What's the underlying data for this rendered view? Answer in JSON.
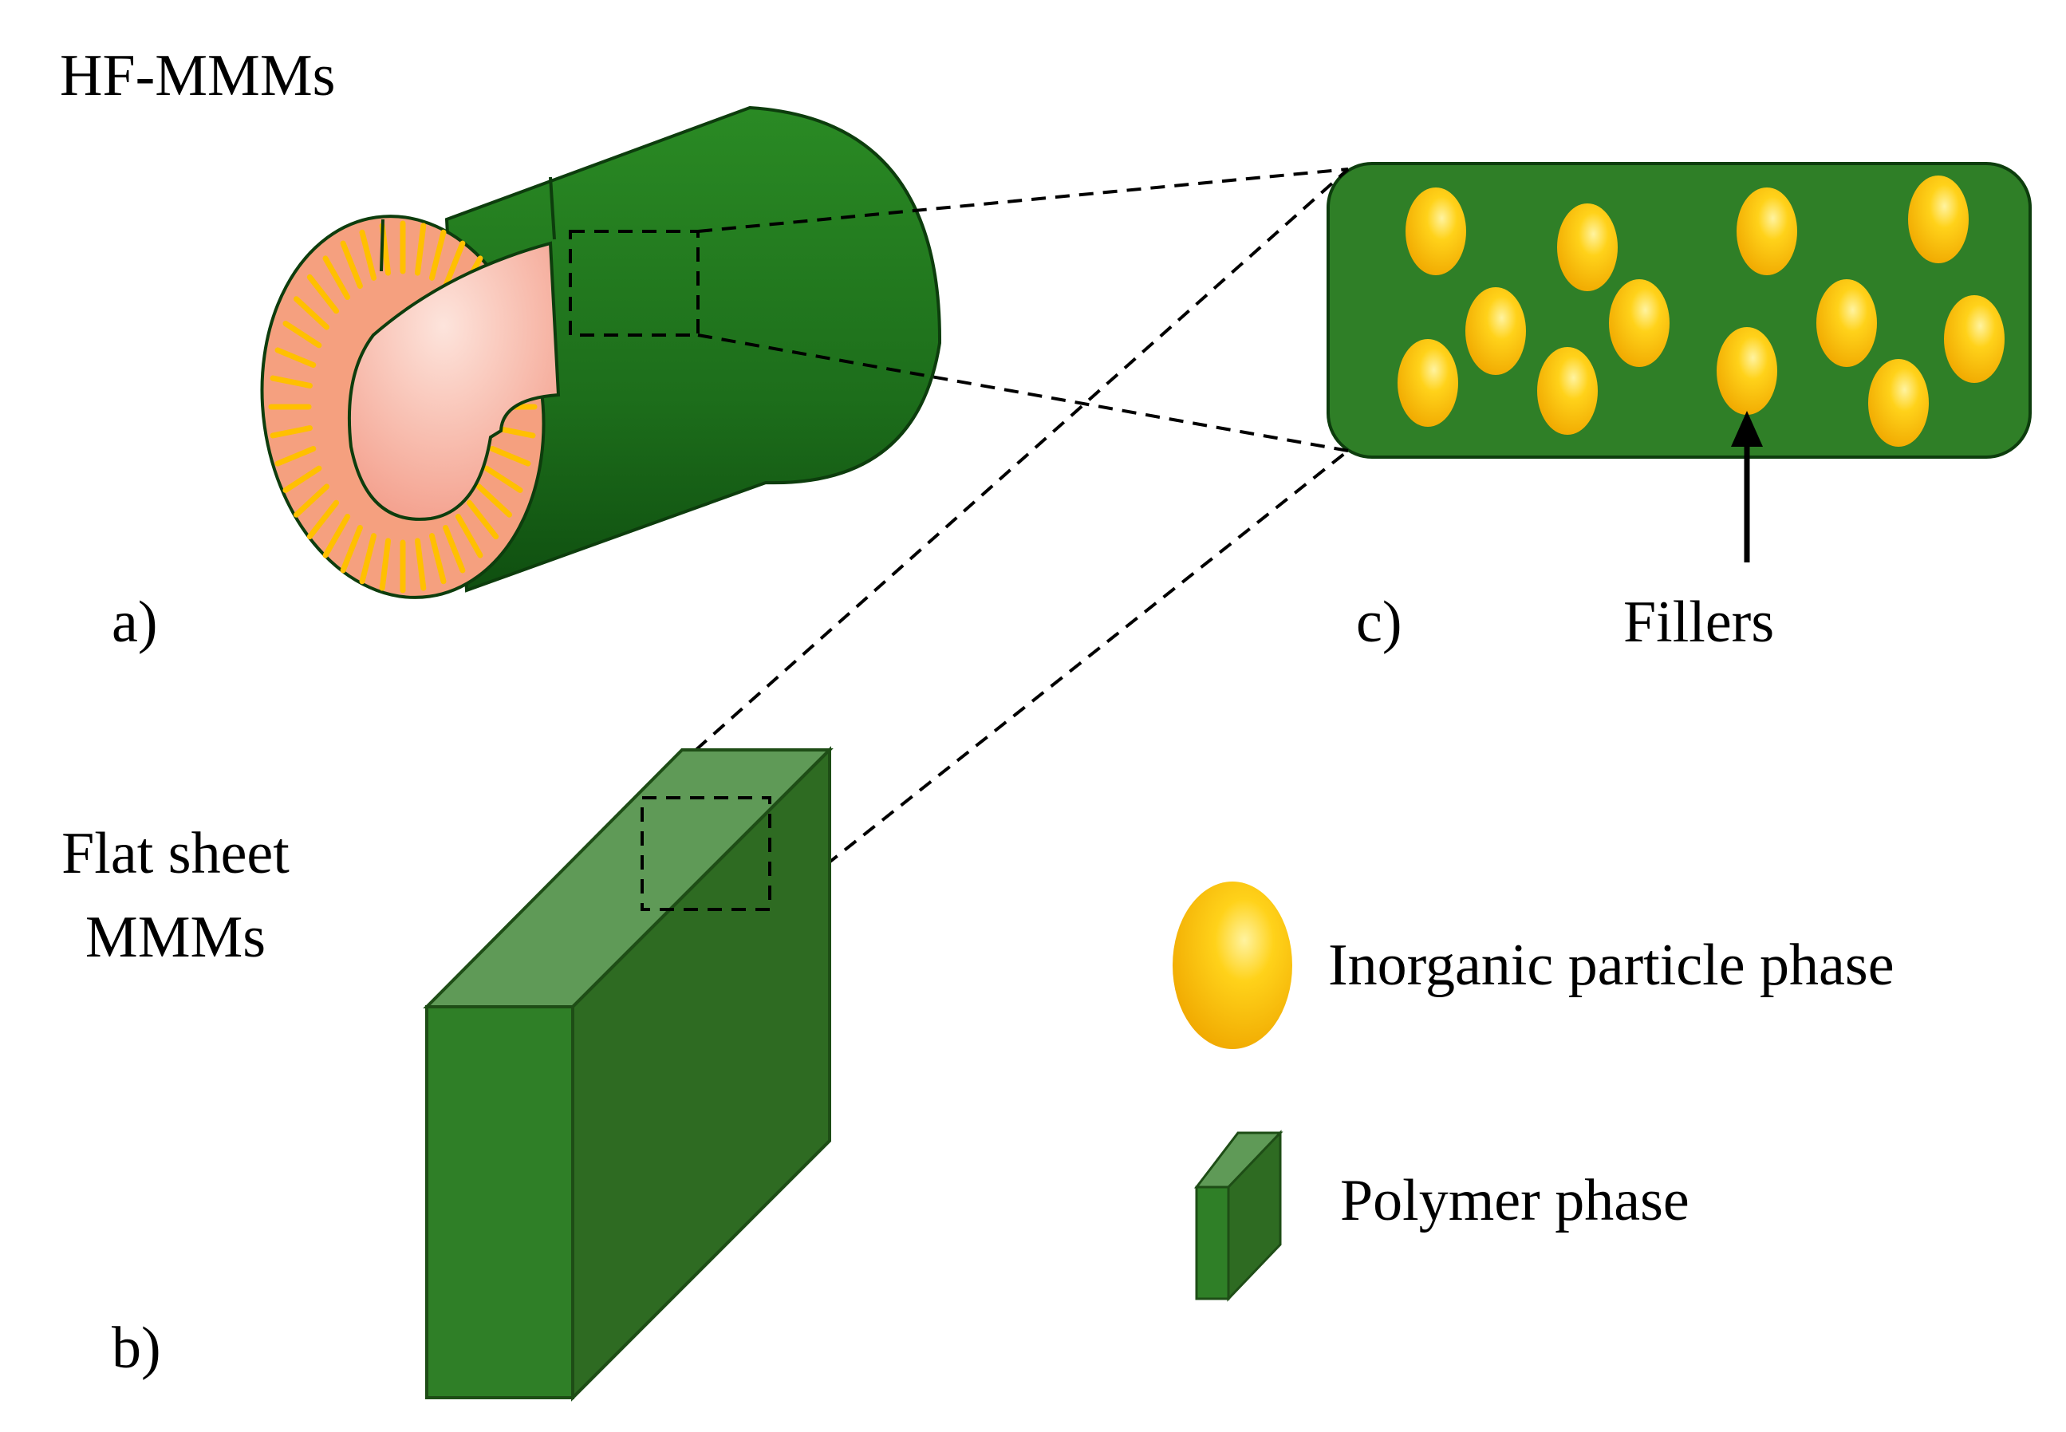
{
  "labels": {
    "hf_title": "HF-MMMs",
    "panel_a": "a)",
    "panel_b": "b)",
    "panel_c": "c)",
    "flat_line1": "Flat sheet",
    "flat_line2": "MMMs",
    "fillers": "Fillers"
  },
  "legend": {
    "inorganic": "Inorganic particle phase",
    "polymer": "Polymer phase"
  },
  "colors": {
    "polymer_dark": "#2e6b22",
    "polymer_mid": "#2f7f27",
    "polymer_light": "#5f9a57",
    "tube_green": "#1f7a1d",
    "particle_yellow": "#ffc000",
    "particle_highlight": "#ffe680",
    "lumen_pink": "#f7b6a8",
    "wall_salmon": "#f5a07f"
  }
}
